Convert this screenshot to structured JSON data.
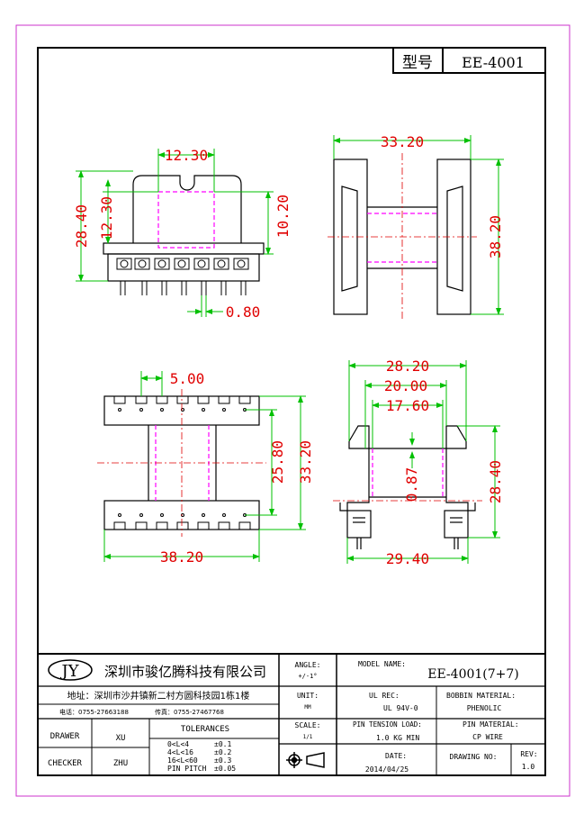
{
  "header": {
    "type_label": "型号",
    "model": "EE-4001"
  },
  "dimensions": {
    "front_width": "12.30",
    "front_height": "28.40",
    "front_window_height": "12.30",
    "front_right_height": "10.20",
    "front_pin_gap": "0.80",
    "side_width": "33.20",
    "side_height": "38.20",
    "bottom_pin_pitch": "5.00",
    "bottom_inner": "25.80",
    "bottom_outer": "33.20",
    "bottom_width": "38.20",
    "end_w1": "28.20",
    "end_w2": "20.00",
    "end_w3": "17.60",
    "end_wall": "0.87",
    "end_height": "28.40",
    "end_pins": "29.40"
  },
  "title_block": {
    "logo": "JY",
    "company": "深圳市骏亿腾科技有限公司",
    "address": "地址：深圳市沙井镇新二村方圆科技园1栋1楼",
    "tel": "电话：0755-27663188",
    "fax": "传真：0755-27467768",
    "drawer_label": "DRAWER",
    "drawer": "XU",
    "checker_label": "CHECKER",
    "checker": "ZHU",
    "tolerances_label": "TOLERANCES",
    "tol": [
      {
        "range": "0<L<4",
        "val": "±0.1"
      },
      {
        "range": "4<L<16",
        "val": "±0.2"
      },
      {
        "range": "16<L<60",
        "val": "±0.3"
      },
      {
        "range": "PIN PITCH",
        "val": "±0.05"
      }
    ],
    "angle_label": "ANGLE:",
    "angle": "+/-1°",
    "unit_label": "UNIT:",
    "unit": "MM",
    "scale_label": "SCALE:",
    "scale": "1/1",
    "model_name_label": "MODEL NAME:",
    "model_name": "EE-4001(7+7)",
    "ul_label": "UL REC:",
    "ul": "UL 94V-0",
    "bobbin_label": "BOBBIN MATERIAL:",
    "bobbin": "PHENOLIC",
    "pin_tension_label": "PIN TENSION LOAD:",
    "pin_tension": "1.0 KG MIN",
    "pin_material_label": "PIN MATERIAL:",
    "pin_material": "CP WIRE",
    "date_label": "DATE:",
    "date": "2014/04/25",
    "drawing_no_label": "DRAWING NO:",
    "rev_label": "REV:",
    "rev": "1.0"
  },
  "colors": {
    "border": "#cc33cc",
    "dimension": "#00d000",
    "text_dim": "#e00000",
    "hidden": "#ff00ff"
  }
}
